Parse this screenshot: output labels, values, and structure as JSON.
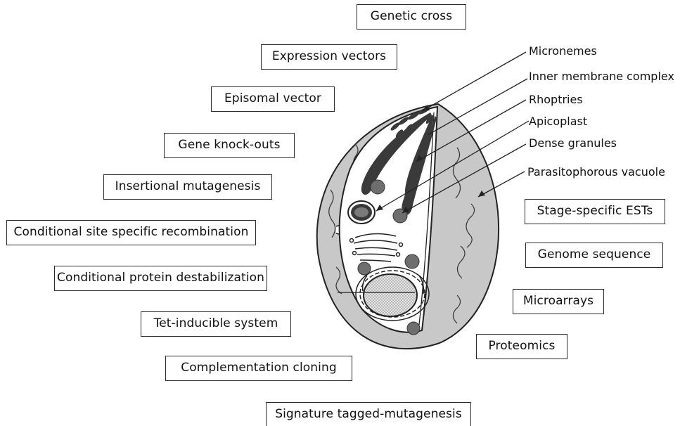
{
  "left_boxes": [
    "Genetic cross",
    "Expression vectors",
    "Episomal vector",
    "Gene knock-outs",
    "Insertional mutagenesis",
    "Conditional site specific recombination",
    "Conditional protein destabilization",
    "Tet-inducible system",
    "Complementation cloning",
    "Signature tagged-mutagenesis"
  ],
  "right_boxes": [
    "Stage-specific ESTs",
    "Genome sequence",
    "Microarrays",
    "Proteomics"
  ],
  "organelle_labels": [
    "Micronemes",
    "Inner membrane complex",
    "Rhoptries",
    "Apicoplast",
    "Dense granules",
    "Parasitophorous vacuole"
  ],
  "colors": {
    "vacuole_fill": "#c8c8c8",
    "cytoplasm_fill": "#ffffff",
    "organelle_fill": "#6e6e6e",
    "dark_fill": "#3a3a3a",
    "nucleus_fill": "#d6d6d6",
    "outline": "#222222"
  }
}
